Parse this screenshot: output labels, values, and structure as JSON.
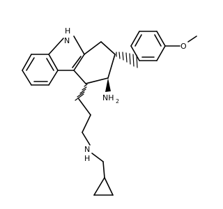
{
  "atoms": {
    "indole_nh": {
      "label": "N",
      "sub": "H"
    },
    "amine_nh2": {
      "label": "NH",
      "sub": "2"
    },
    "side_nh": {
      "label": "N",
      "sub": "H"
    },
    "ether_o": {
      "label": "O"
    }
  },
  "colors": {
    "bond": "#000000",
    "label": "#000000",
    "background": "#ffffff"
  }
}
